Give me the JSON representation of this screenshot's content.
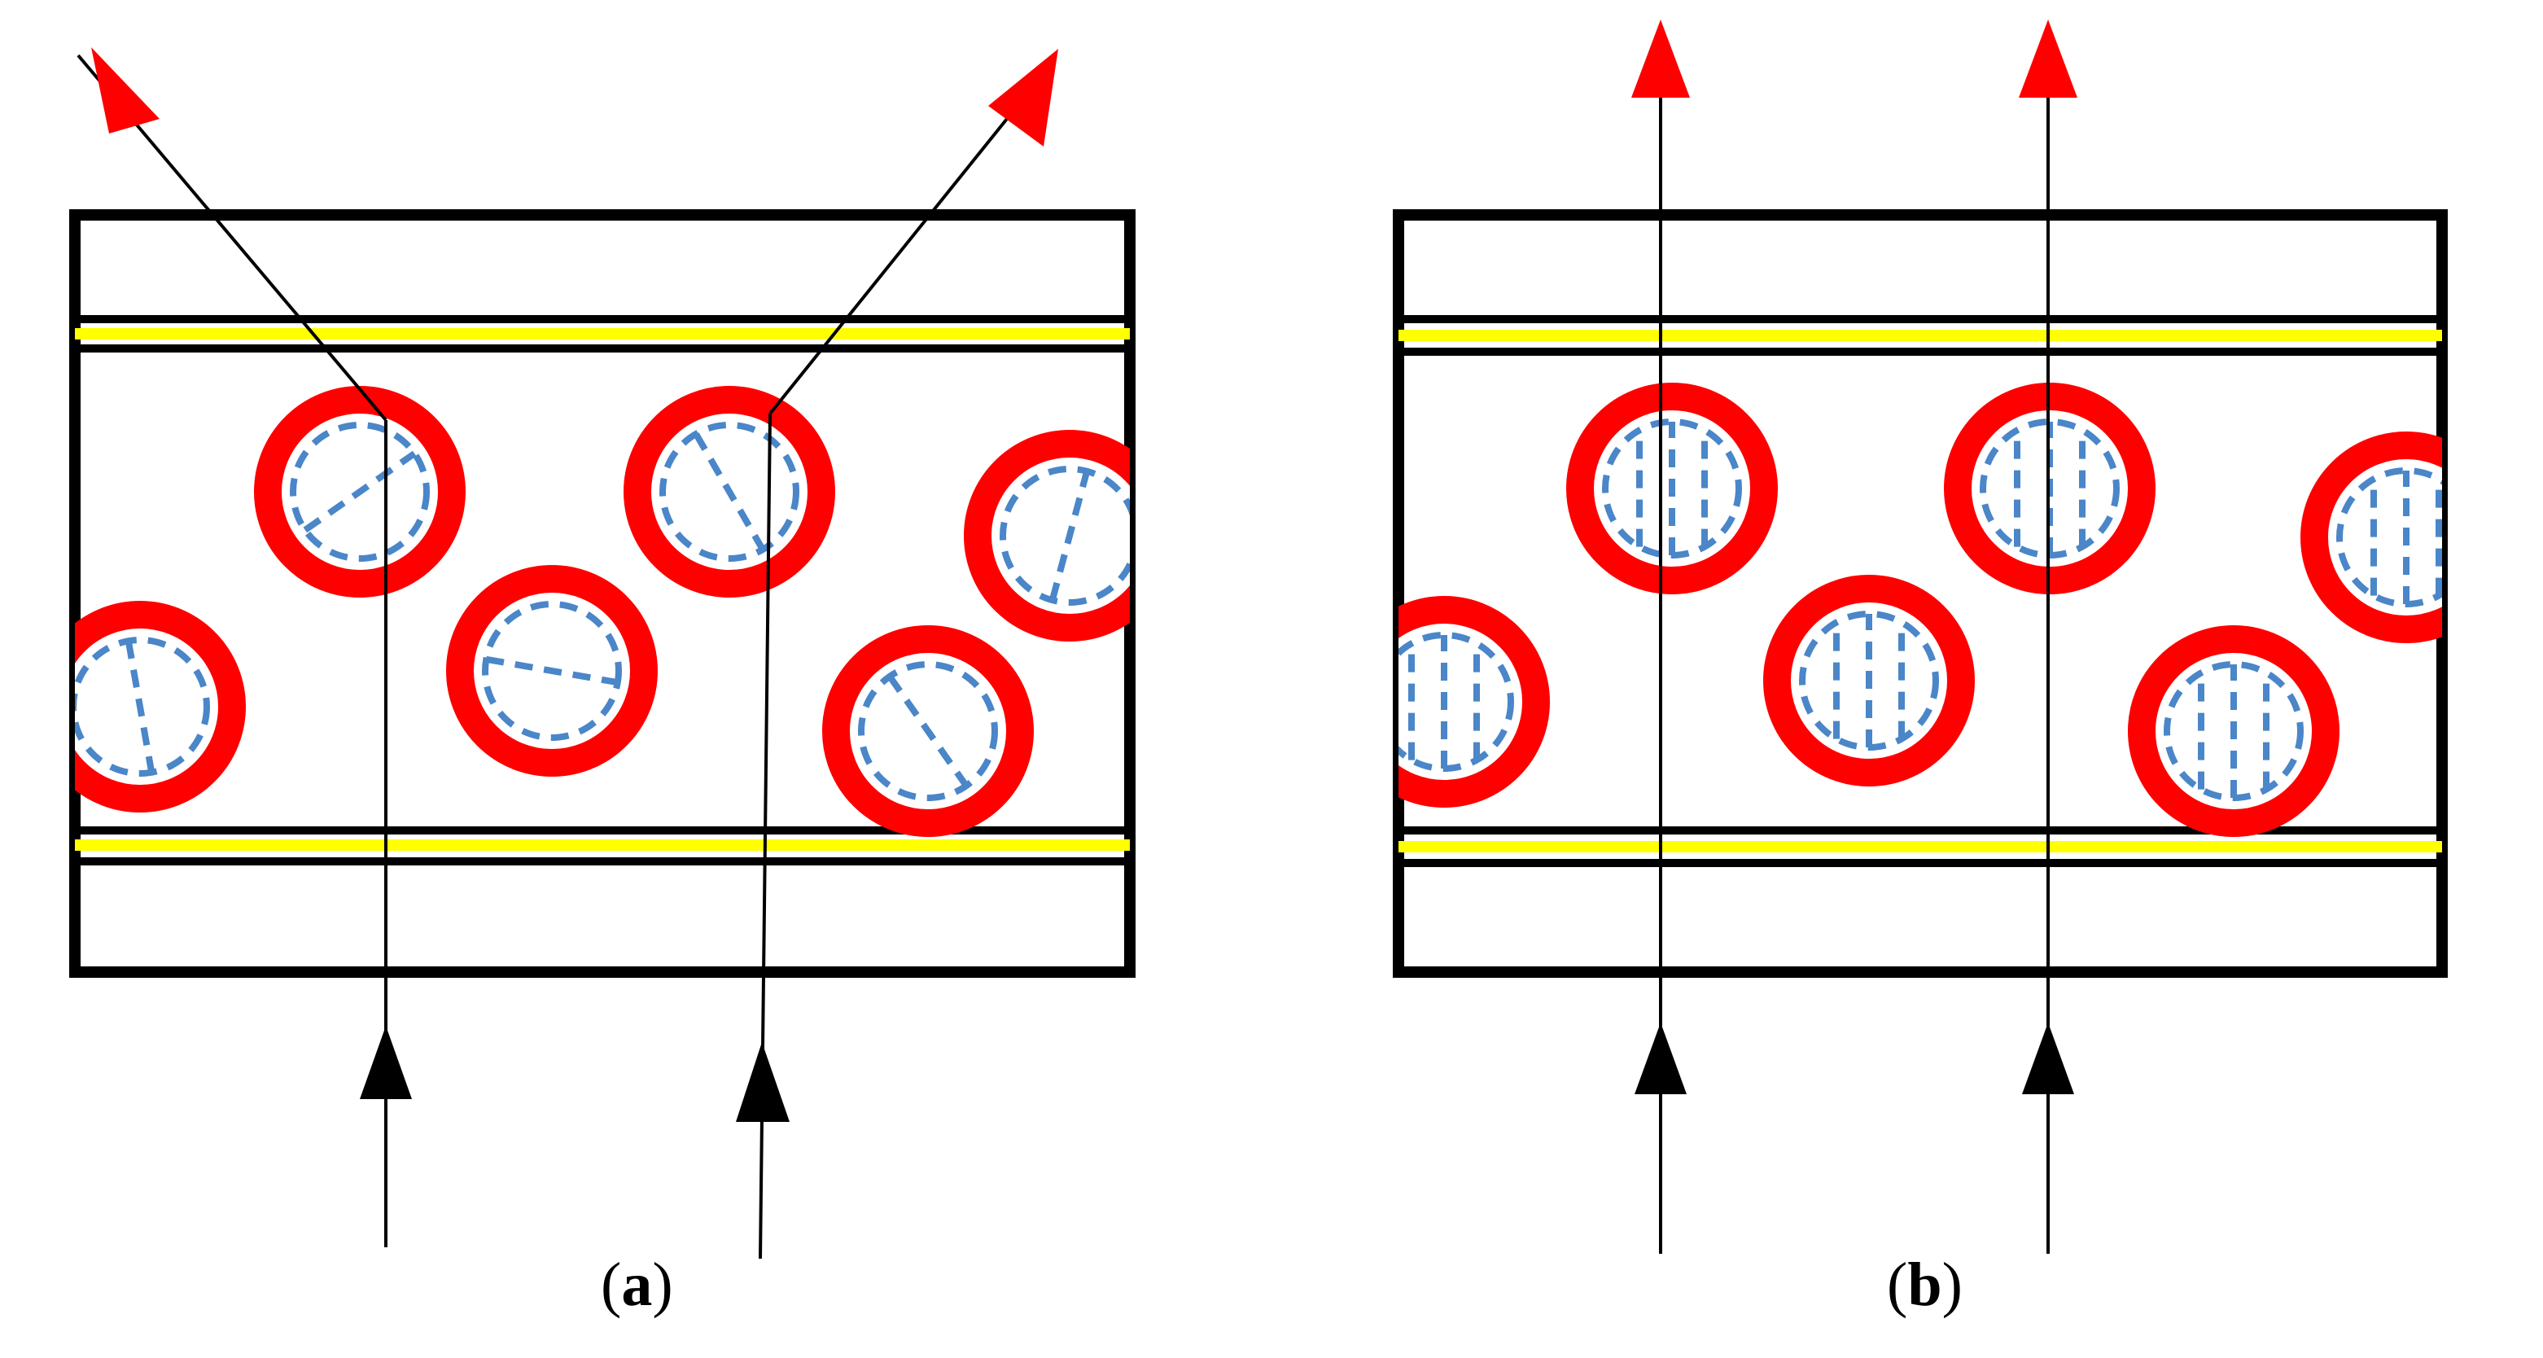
{
  "panels": [
    {
      "id": "a",
      "caption": {
        "open": "(",
        "letter": "a",
        "close": ")"
      },
      "state": "scattering",
      "droplet_director_angles_deg": [
        35,
        -80,
        -10,
        -60,
        75,
        -55
      ],
      "ray_style": "deflected"
    },
    {
      "id": "b",
      "caption": {
        "open": "(",
        "letter": "b",
        "close": ")"
      },
      "state": "aligned",
      "droplet_director_angles_deg": [
        90,
        90,
        90,
        90,
        90,
        90
      ],
      "ray_style": "straight"
    }
  ],
  "colors": {
    "cell_border": "#000000",
    "electrode": "#ffff00",
    "droplet_ring": "#ff0000",
    "liquid_crystal_director": "#4a86c8",
    "light_in_arrow": "#000000",
    "light_out_arrow": "#ff0000"
  },
  "icons": {
    "light_in": "triangle-up-arrow",
    "light_out": "red-arrowhead"
  }
}
